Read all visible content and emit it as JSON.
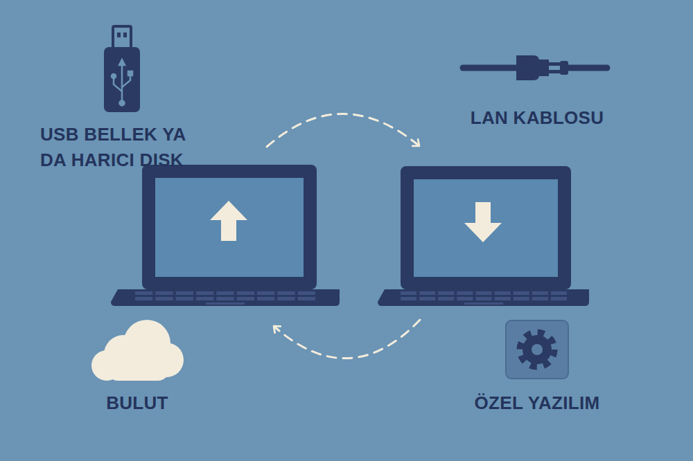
{
  "diagram": {
    "labels": [
      "USB BELLEK YA DA HARICI DISK",
      "LAN KABLOSU",
      "BULUT",
      "ÖZEL YAZILIM"
    ]
  }
}
